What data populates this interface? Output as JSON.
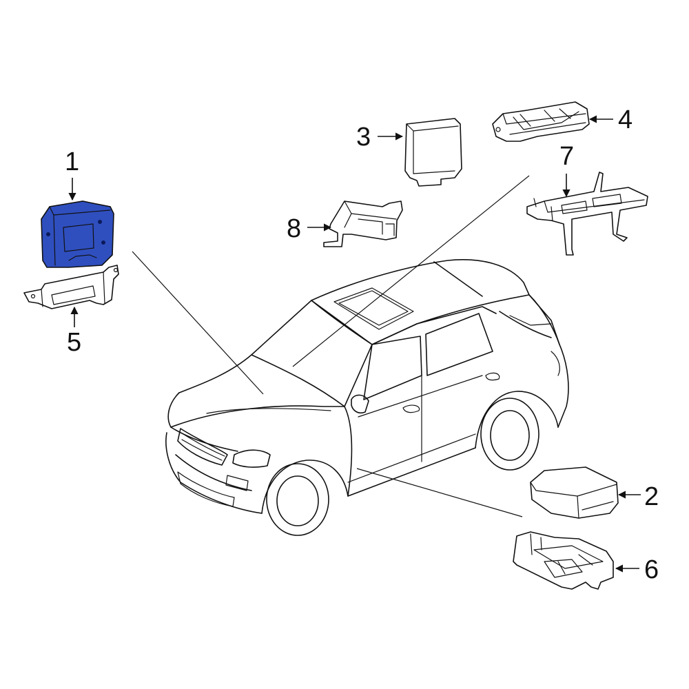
{
  "diagram": {
    "highlight_color": "#2f4fbf",
    "line_color": "#111111",
    "background": "#ffffff",
    "callouts": [
      {
        "id": "1",
        "label": "1",
        "highlighted": true
      },
      {
        "id": "2",
        "label": "2",
        "highlighted": false
      },
      {
        "id": "3",
        "label": "3",
        "highlighted": false
      },
      {
        "id": "4",
        "label": "4",
        "highlighted": false
      },
      {
        "id": "5",
        "label": "5",
        "highlighted": false
      },
      {
        "id": "6",
        "label": "6",
        "highlighted": false
      },
      {
        "id": "7",
        "label": "7",
        "highlighted": false
      },
      {
        "id": "8",
        "label": "8",
        "highlighted": false
      }
    ]
  }
}
